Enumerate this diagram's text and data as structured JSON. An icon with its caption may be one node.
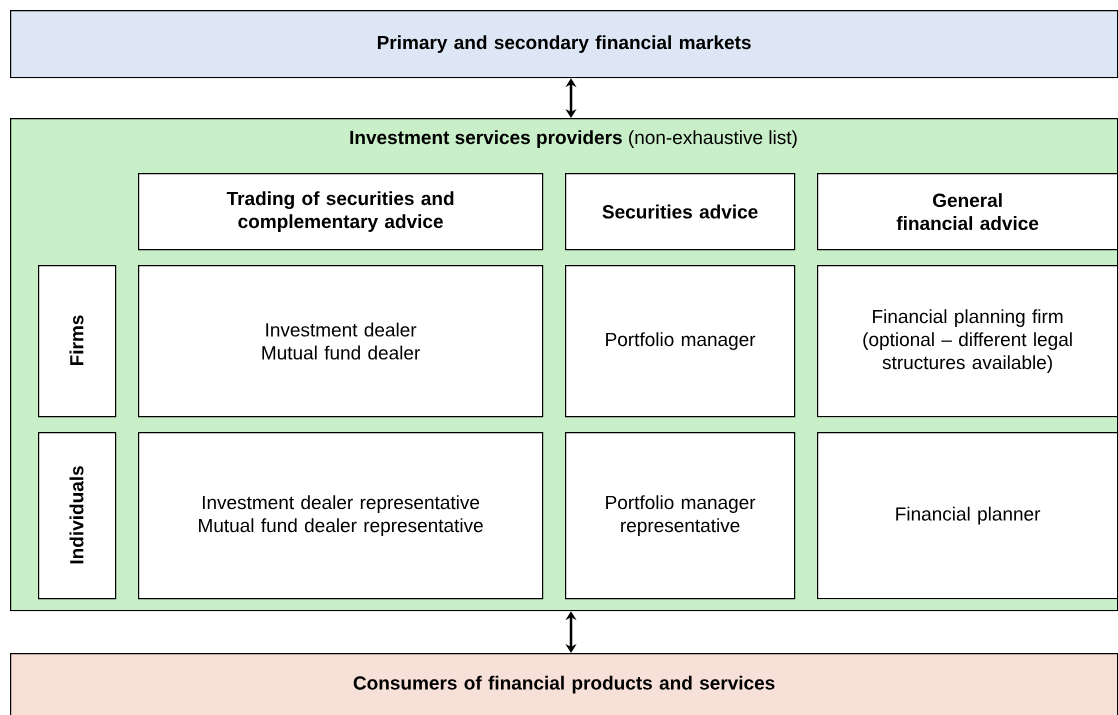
{
  "diagram": {
    "nodes": [
      {
        "text": [
          "Primary and secondary financial markets"
        ]
      },
      {
        "text": [
          "**Investment services providers** (non-exhaustive list)"
        ]
      },
      {
        "text": [
          "Trading of securities and complementary advice"
        ],
        "in": 1
      },
      {
        "text": [
          "Securities advice"
        ],
        "in": 1
      },
      {
        "text": [
          "General financial advice"
        ],
        "in": 1
      },
      {
        "text": [
          "Firms"
        ],
        "in": 1
      },
      {
        "text": [
          "Investment dealer",
          "Mutual fund dealer"
        ],
        "in": 1
      },
      {
        "text": [
          "Portfolio manager"
        ],
        "in": 1
      },
      {
        "text": [
          "Financial planning firm (optional – different legal structures available)"
        ],
        "in": 1
      },
      {
        "text": [
          "Individuals"
        ],
        "in": 1
      },
      {
        "text": [
          "Investment dealer representative",
          "Mutual fund dealer representative"
        ],
        "in": 1
      },
      {
        "text": [
          "Portfolio manager representative"
        ],
        "in": 1
      },
      {
        "text": [
          "Financial planner"
        ],
        "in": 1
      },
      {
        "text": [
          "Consumers of financial products and services"
        ]
      }
    ],
    "edges": [
      {
        "from": 0,
        "to": 1,
        "arrow": "both"
      },
      {
        "from": 1,
        "to": 13,
        "arrow": "both"
      }
    ]
  }
}
